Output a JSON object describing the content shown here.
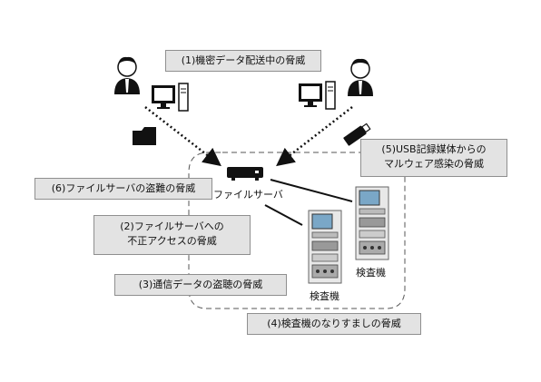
{
  "labels": {
    "threat1": "(1)機密データ配送中の脅威",
    "threat2_line1": "(2)ファイルサーバへの",
    "threat2_line2": "不正アクセスの脅威",
    "threat3": "(3)通信データの盗聴の脅威",
    "threat4": "(4)検査機のなりすましの脅威",
    "threat5_line1": "(5)USB記録媒体からの",
    "threat5_line2": "マルウェア感染の脅威",
    "threat6": "(6)ファイルサーバの盗難の脅威"
  },
  "nodes": {
    "file_server": "ファイルサーバ",
    "inspection_machine_1": "検査機",
    "inspection_machine_2": "検査機"
  },
  "colors": {
    "label_fill": "#e3e3e3",
    "label_border": "#8f8f8f",
    "icon_dark": "#111111",
    "dashed_boundary": "#555555"
  },
  "icons": [
    "person-icon",
    "desktop-computer-icon",
    "folder-icon",
    "usb-drive-icon",
    "server-icon",
    "inspection-machine-icon"
  ]
}
